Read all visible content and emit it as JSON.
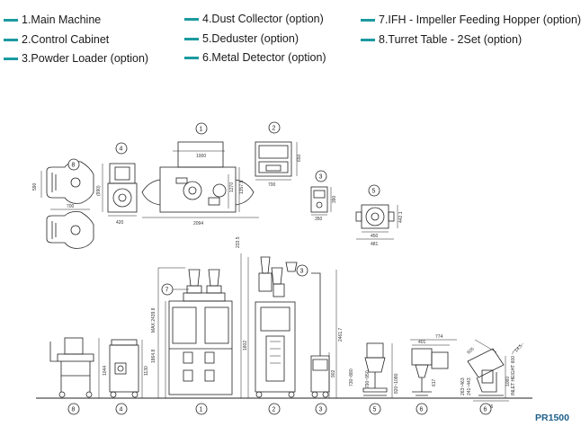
{
  "legend": [
    {
      "label": "1.Main Machine"
    },
    {
      "label": "2.Control Cabinet"
    },
    {
      "label": "3.Powder Loader (option)"
    },
    {
      "label": "4.Dust Collector (option)"
    },
    {
      "label": "5.Deduster (option)"
    },
    {
      "label": "6.Metal Detector (option)"
    },
    {
      "label": "7.IFH - Impeller Feeding Hopper (option)"
    },
    {
      "label": "8.Turret Table - 2Set (option)"
    }
  ],
  "model_code": "PR1500",
  "colors": {
    "accent": "#1b9aa0",
    "model_text": "#1d5f8a",
    "line": "#222222"
  },
  "plan_dims": {
    "d1000": "1000",
    "d1357": "1357.5",
    "d2094": "2094",
    "d1270": "1270",
    "d650": "650",
    "d700c": "700",
    "d390": "390",
    "d350": "350",
    "d442": "442.1",
    "d450": "450",
    "d481": "481",
    "d590": "590",
    "d700t": "700",
    "d990": "(990)",
    "d420": "420"
  },
  "elev_dims": {
    "d1864": "1864.8",
    "d2439": "MAX 2439.8",
    "d233": "233.5",
    "d1802": "1802",
    "d2461": "2461.7",
    "d730": "730~880",
    "d902": "902",
    "d1044": "1044",
    "d1130": "1130",
    "d790": "790~950",
    "d820": "820~1080",
    "d401": "401",
    "d774": "774",
    "d263": "263~463",
    "d241": "241~443",
    "d617": "617",
    "d605": "605",
    "d486": "486",
    "d1060": "1060",
    "d14xx": "14.5~",
    "d_inlet": "INLET HEIGHT 600 ~"
  },
  "markers": {
    "one": "1",
    "two": "2",
    "three": "3",
    "four": "4",
    "five": "5",
    "six": "6",
    "seven": "7",
    "eight": "8"
  }
}
